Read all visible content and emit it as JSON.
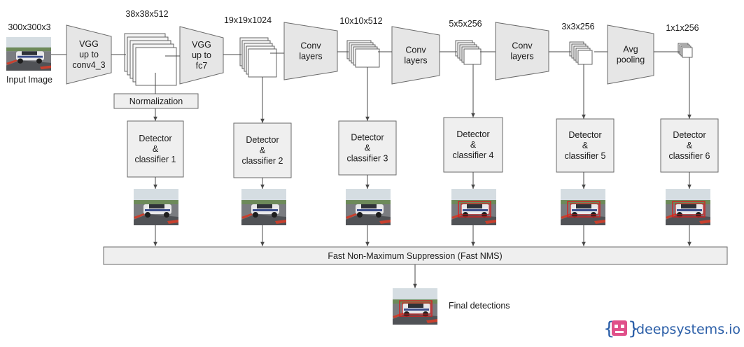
{
  "input": {
    "dim": "300x300x3",
    "label": "Input Image"
  },
  "backbone": [
    {
      "text": [
        "VGG",
        "up to",
        "conv4_3"
      ]
    },
    {
      "text": [
        "VGG",
        "up to",
        "fc7"
      ]
    },
    {
      "text": [
        "Conv",
        "layers"
      ]
    },
    {
      "text": [
        "Conv",
        "layers"
      ]
    },
    {
      "text": [
        "Conv",
        "layers"
      ]
    },
    {
      "text": [
        "Avg",
        "pooling"
      ]
    }
  ],
  "feature_maps": [
    {
      "dim": "38x38x512"
    },
    {
      "dim": "19x19x1024"
    },
    {
      "dim": "10x10x512"
    },
    {
      "dim": "5x5x256"
    },
    {
      "dim": "3x3x256"
    },
    {
      "dim": "1x1x256"
    }
  ],
  "normalization": "Normalization",
  "detectors": [
    {
      "text": [
        "Detector",
        "&",
        "classifier 1"
      ],
      "has_detection": false
    },
    {
      "text": [
        "Detector",
        "&",
        "classifier 2"
      ],
      "has_detection": false
    },
    {
      "text": [
        "Detector",
        "&",
        "classifier 3"
      ],
      "has_detection": false
    },
    {
      "text": [
        "Detector",
        "&",
        "classifier 4"
      ],
      "has_detection": true
    },
    {
      "text": [
        "Detector",
        "&",
        "classifier 5"
      ],
      "has_detection": true
    },
    {
      "text": [
        "Detector",
        "&",
        "classifier 6"
      ],
      "has_detection": true
    }
  ],
  "nms": "Fast Non-Maximum Suppression (Fast NMS)",
  "final": {
    "label": "Final detections"
  },
  "brand": "deepsystems.io",
  "colors": {
    "box_fill": "#efefef",
    "box_stroke": "#6a6a6a",
    "detection_box": "#d62020",
    "brand": "#2c5fa8"
  }
}
